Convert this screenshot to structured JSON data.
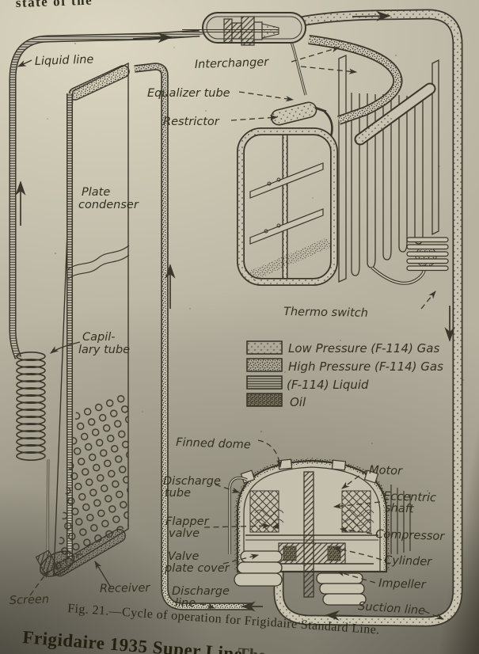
{
  "page": {
    "top_text_fragment": "state of the",
    "caption": "Fig. 21.—Cycle of operation for Frigidaire Standard Line.",
    "bottom_heading": "Frigidaire 1935 Super Line.",
    "bottom_heading_continuation": "The"
  },
  "diagram": {
    "labels": {
      "liquid_line": "Liquid line",
      "interchanger": "Interchanger",
      "equalizer_tube": "Equalizer tube",
      "restrictor": "Restrictor",
      "plate_condenser_line1": "Plate",
      "plate_condenser_line2": "condenser",
      "capillary_line1": "Capil-",
      "capillary_line2": "lary tube",
      "thermo_switch": "Thermo switch",
      "finned_dome": "Finned dome",
      "discharge_tube_line1": "Discharge",
      "discharge_tube_line2": "tube",
      "flapper_valve_line1": "Flapper",
      "flapper_valve_line2": "valve",
      "valve_plate_cover_line1": "Valve",
      "valve_plate_cover_line2": "plate cover",
      "discharge_line_line1": "Discharge",
      "discharge_line_line2": "line",
      "motor": "Motor",
      "eccentric_shaft_line1": "Eccentric",
      "eccentric_shaft_line2": "shaft",
      "compressor": "Compressor",
      "cylinder": "Cylinder",
      "impeller": "Impeller",
      "suction_line": "Suction line",
      "screen": "Screen",
      "receiver": "Receiver"
    },
    "legend": {
      "items": [
        {
          "label": "Low Pressure (F-114) Gas",
          "swatch": "light-stipple"
        },
        {
          "label": "High Pressure (F-114) Gas",
          "swatch": "dense-stipple"
        },
        {
          "label": "(F-114) Liquid",
          "swatch": "horizontal-lines"
        },
        {
          "label": "Oil",
          "swatch": "dark-stipple"
        }
      ]
    },
    "colors": {
      "paper": "#b7b2a0",
      "ink": "#3a362a"
    }
  }
}
